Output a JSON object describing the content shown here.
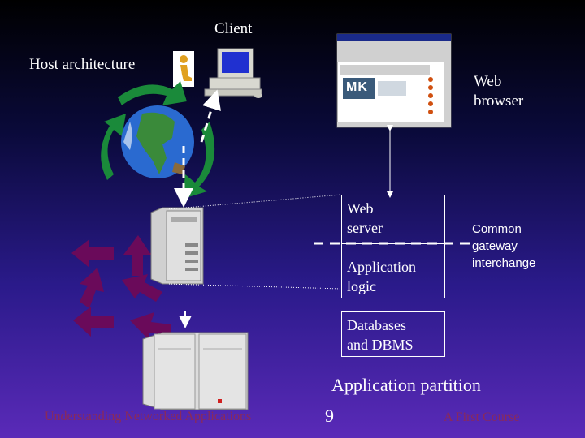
{
  "slide": {
    "client_label": "Client",
    "host_arch_label": "Host architecture",
    "web_browser_label": [
      "Web",
      "browser"
    ],
    "web_server_label": [
      "Web",
      "server"
    ],
    "app_logic_label": [
      "Application",
      "logic"
    ],
    "cgi_label": [
      "Common",
      "gateway",
      "interchange"
    ],
    "db_label": [
      "Databases",
      "and DBMS"
    ],
    "app_partition_label": "Application partition",
    "browser_window": {
      "logo_text": "MK"
    }
  },
  "footer": {
    "left": "Understanding Networked Applications",
    "page": "9",
    "right": "A First Course"
  },
  "colors": {
    "footer_text": "#8a2a5a",
    "arrow_purple": "#6a0a5a",
    "globe_recycle": "#1a8a3a"
  }
}
